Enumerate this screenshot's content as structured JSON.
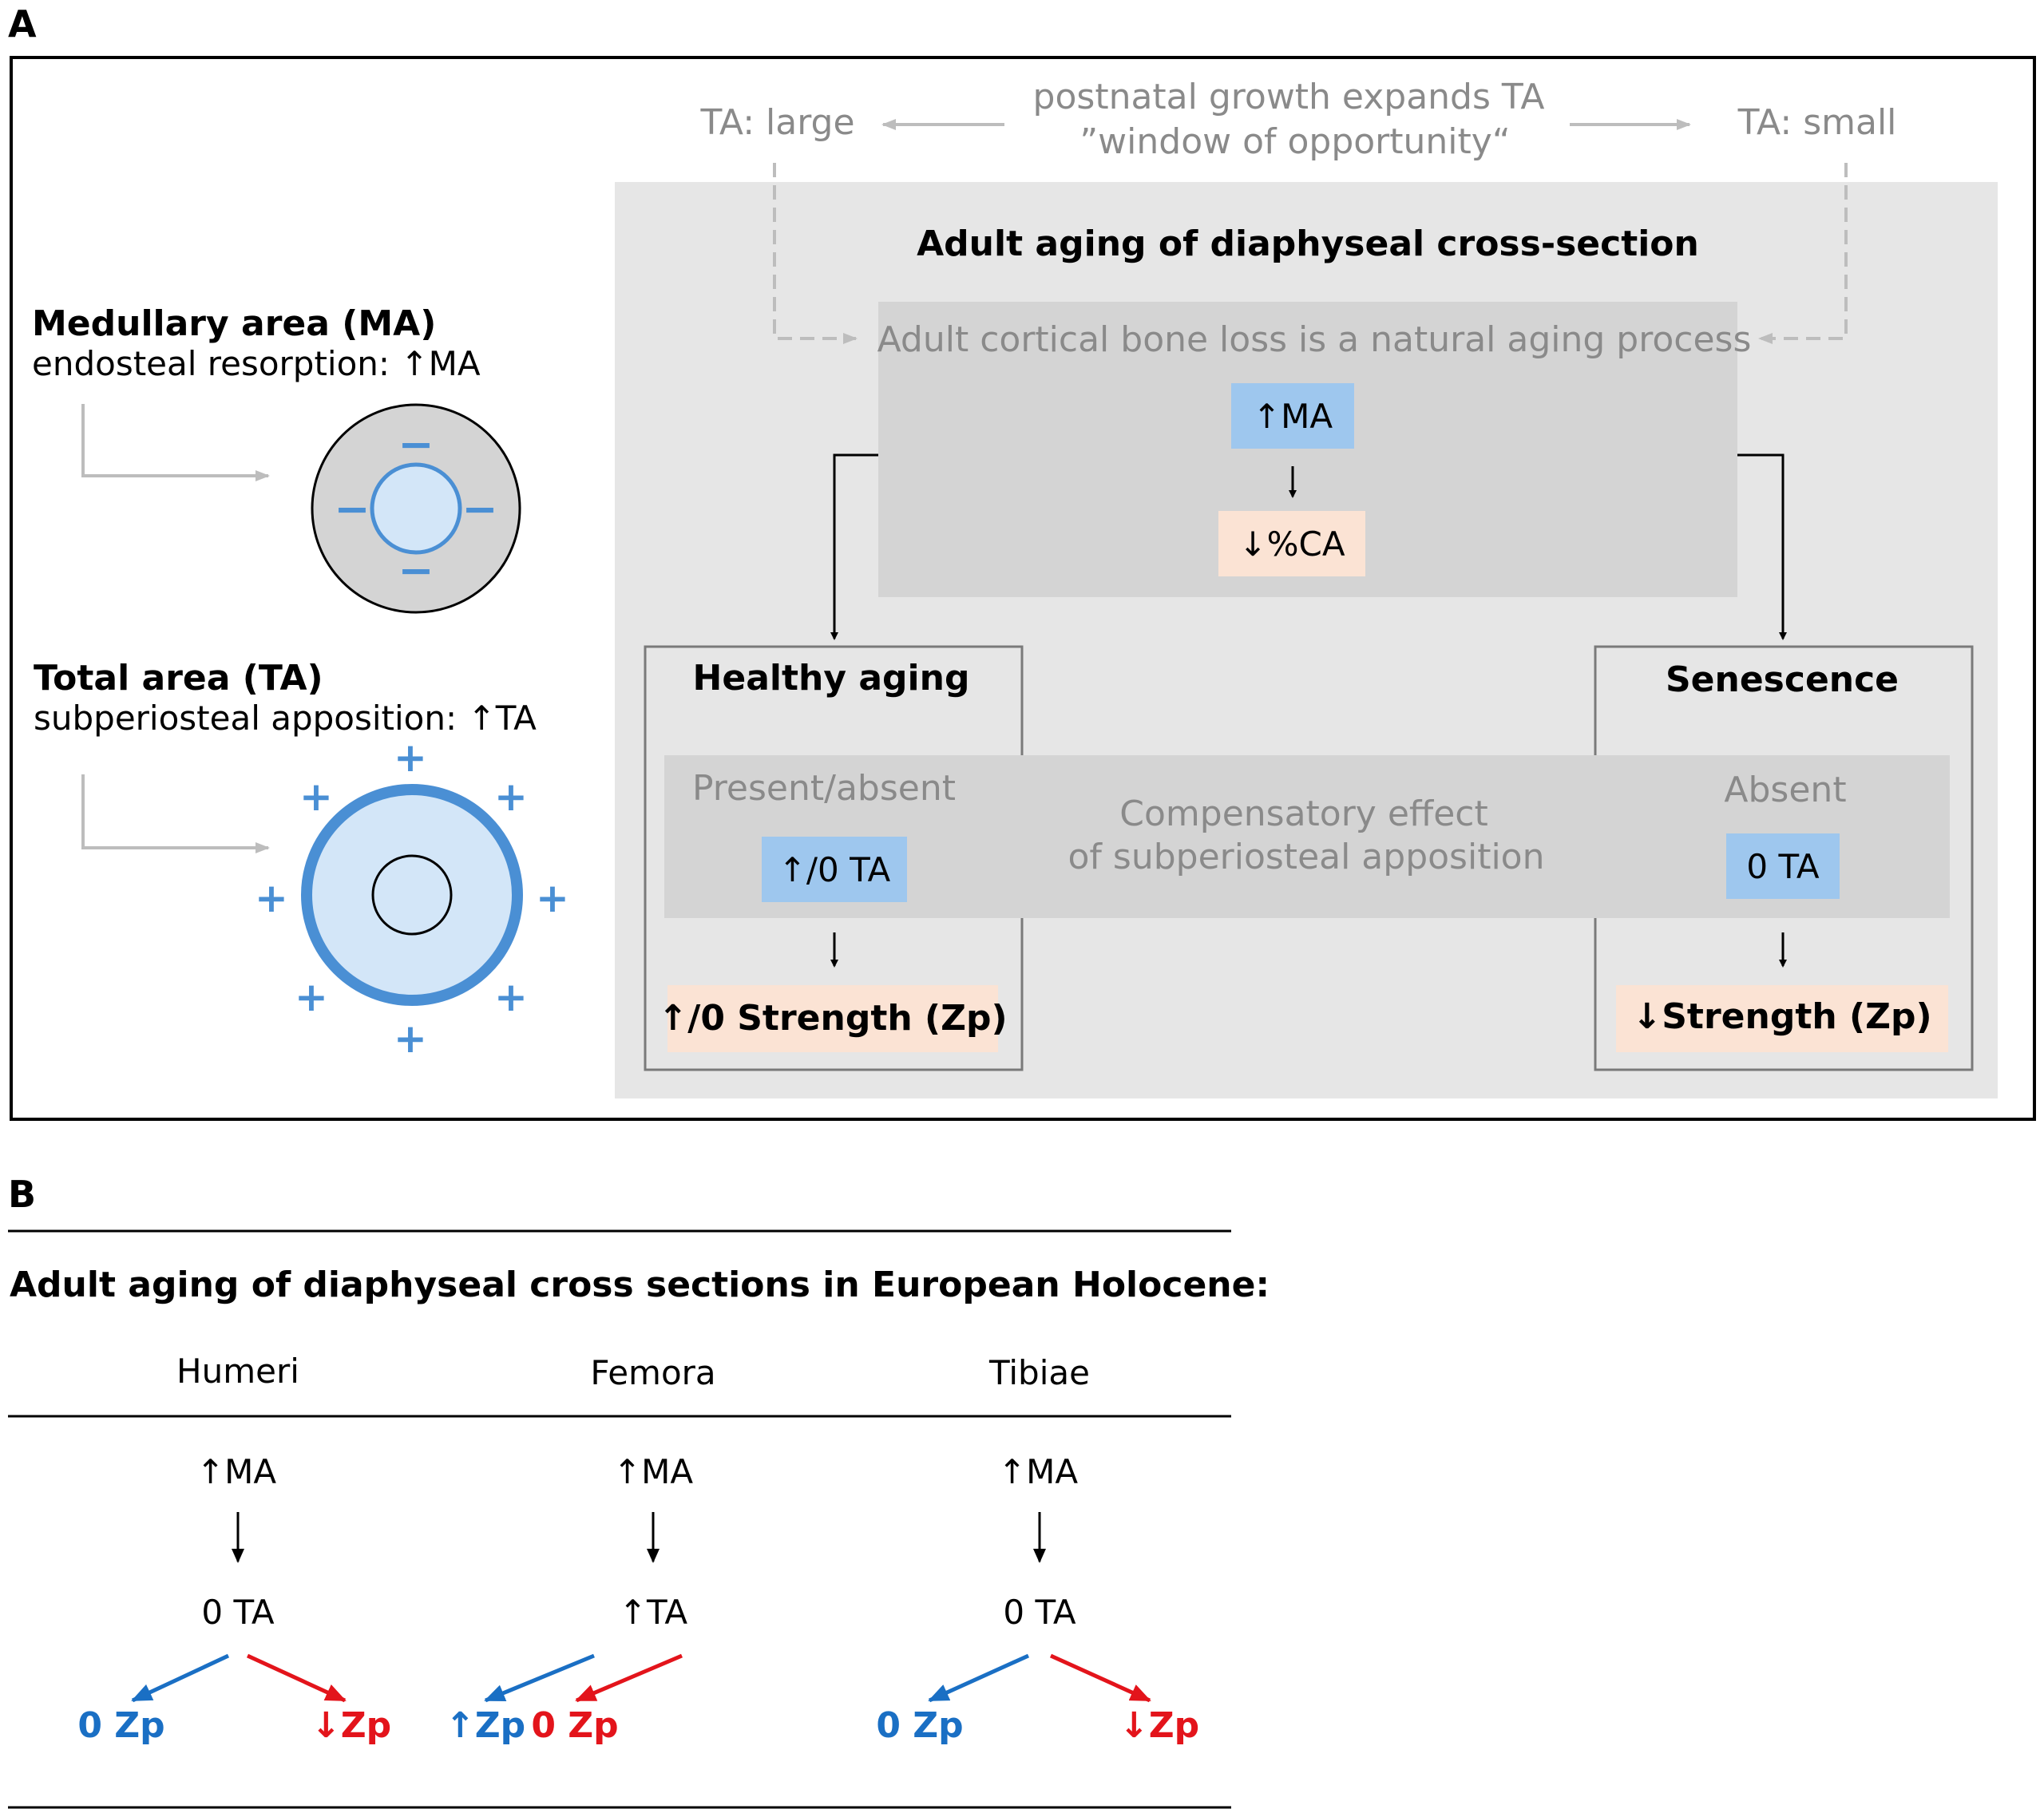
{
  "panel_a": {
    "letter": "A",
    "growth_line1": "postnatal growth expands TA",
    "growth_line2": "”window of opportunity“",
    "ta_large": "TA: large",
    "ta_small": "TA: small",
    "adult_title": "Adult aging of diaphyseal cross-section",
    "loss_text": "Adult cortical bone loss is a natural aging process",
    "up_ma": "↑MA",
    "arrow_down": "↓",
    "down_ca": "↓%CA",
    "ma_heading": "Medullary area (MA)",
    "ma_sub": "endosteal resorption: ↑MA",
    "ta_heading": "Total area (TA)",
    "ta_sub": "subperiosteal apposition: ↑TA",
    "minus": "−",
    "plus": "+",
    "healthy_title": "Healthy aging",
    "healthy_status": "Present/absent",
    "healthy_ta": "↑/0 TA",
    "healthy_strength": "↑/0 Strength (Zp)",
    "compensatory_line1": "Compensatory effect",
    "compensatory_line2": "of subperiosteal apposition",
    "senescence_title": "Senescence",
    "senescence_status": "Absent",
    "senescence_ta": "0 TA",
    "senescence_strength": "↓Strength (Zp)"
  },
  "panel_b": {
    "letter": "B",
    "title": "Adult aging of diaphyseal cross sections in European Holocene:",
    "columns": [
      {
        "header": "Humeri",
        "ma": "↑MA",
        "arrow": "↓",
        "ta": "0 TA",
        "left": "0 Zp",
        "right": "↓Zp"
      },
      {
        "header": "Femora",
        "ma": "↑MA",
        "arrow": "↓",
        "ta": "↑TA",
        "left": "↑Zp",
        "right": "0 Zp"
      },
      {
        "header": "Tibiae",
        "ma": "↑MA",
        "arrow": "↓",
        "ta": "0 TA",
        "left": "0 Zp",
        "right": "↓Zp"
      }
    ]
  },
  "colors": {
    "blue": "#1a6fc4",
    "red": "#e3141b",
    "light_blue_box": "#9ec7ee",
    "peach_box": "#fbe3d4",
    "panel_grey": "#e6e6e6",
    "inner_grey": "#d4d4d4",
    "circle_blue": "#4a8fd4",
    "circle_fill": "#d3e6f8"
  },
  "icons": [
    "minus-sign-icon",
    "plus-sign-icon",
    "arrow-icon"
  ]
}
